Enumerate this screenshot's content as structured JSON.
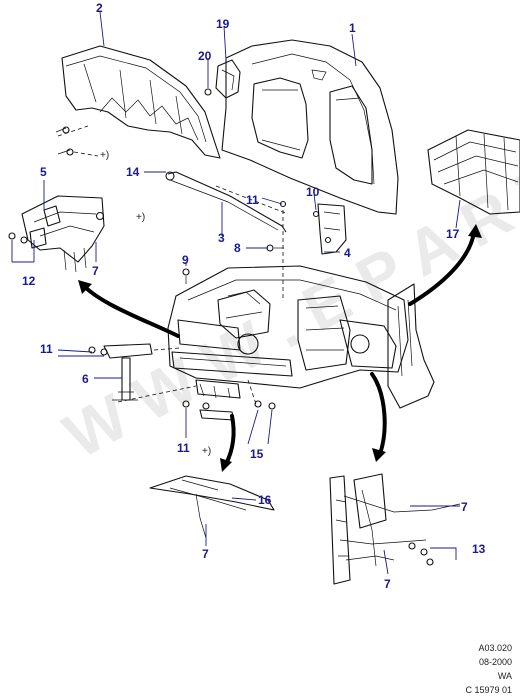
{
  "callouts": [
    {
      "id": "c1",
      "label": "1"
    },
    {
      "id": "c2",
      "label": "2"
    },
    {
      "id": "c3",
      "label": "3"
    },
    {
      "id": "c4",
      "label": "4"
    },
    {
      "id": "c5",
      "label": "5"
    },
    {
      "id": "c6",
      "label": "6"
    },
    {
      "id": "c7a",
      "label": "7"
    },
    {
      "id": "c7b",
      "label": "7"
    },
    {
      "id": "c7c",
      "label": "7"
    },
    {
      "id": "c7d",
      "label": "7"
    },
    {
      "id": "c8",
      "label": "8"
    },
    {
      "id": "c9",
      "label": "9"
    },
    {
      "id": "c10",
      "label": "10"
    },
    {
      "id": "c11a",
      "label": "11"
    },
    {
      "id": "c11b",
      "label": "11"
    },
    {
      "id": "c11c",
      "label": "11"
    },
    {
      "id": "c12",
      "label": "12"
    },
    {
      "id": "c13",
      "label": "13"
    },
    {
      "id": "c14",
      "label": "14"
    },
    {
      "id": "c15",
      "label": "15"
    },
    {
      "id": "c16",
      "label": "16"
    },
    {
      "id": "c17",
      "label": "17"
    },
    {
      "id": "c19",
      "label": "19"
    },
    {
      "id": "c20",
      "label": "20"
    }
  ],
  "plus_marks": [
    "+)",
    "+)",
    "+)"
  ],
  "footer": {
    "line1": "A03.020",
    "line2": "08-2000",
    "line3": "WA",
    "line4": "C 15979 01"
  }
}
